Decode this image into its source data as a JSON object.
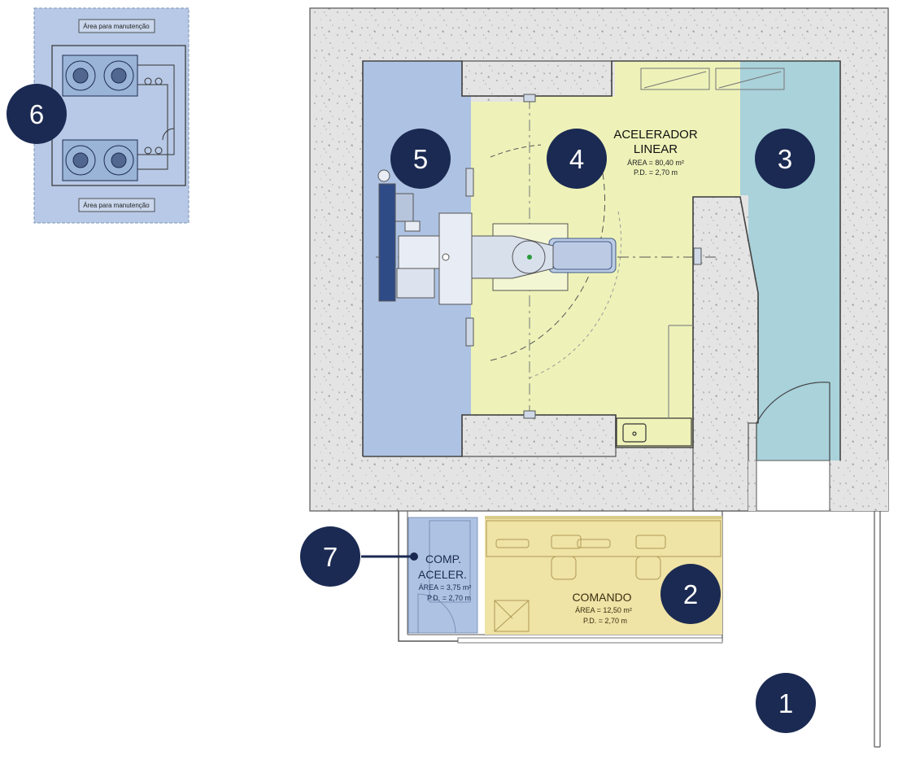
{
  "rooms": {
    "acelerador": {
      "title_line1": "ACELERADOR",
      "title_line2": "LINEAR",
      "area": "ÁREA = 80,40 m²",
      "pd": "P.D. = 2,70 m"
    },
    "comando": {
      "title": "COMANDO",
      "area": "ÁREA = 12,50 m²",
      "pd": "P.D. = 2,70 m"
    },
    "comp_aceler": {
      "title_line1": "COMP.",
      "title_line2": "ACELER.",
      "area": "ÁREA = 3,75 m²",
      "pd": "P.D. = 2,70 m"
    }
  },
  "chiller_area": {
    "top_label": "Área para manutenção",
    "bottom_label": "Área para manutenção"
  },
  "markers": [
    {
      "id": "1",
      "label": "1"
    },
    {
      "id": "2",
      "label": "2"
    },
    {
      "id": "3",
      "label": "3"
    },
    {
      "id": "4",
      "label": "4"
    },
    {
      "id": "5",
      "label": "5"
    },
    {
      "id": "6",
      "label": "6"
    },
    {
      "id": "7",
      "label": "7"
    }
  ],
  "colors": {
    "marker_fill": "#1b2a52",
    "concrete": "#e3e3e3",
    "zone_blue": "#aec3e3",
    "zone_yellow": "#eef2b8",
    "zone_teal": "#a9d2db",
    "zone_comando": "#efe3a6"
  }
}
